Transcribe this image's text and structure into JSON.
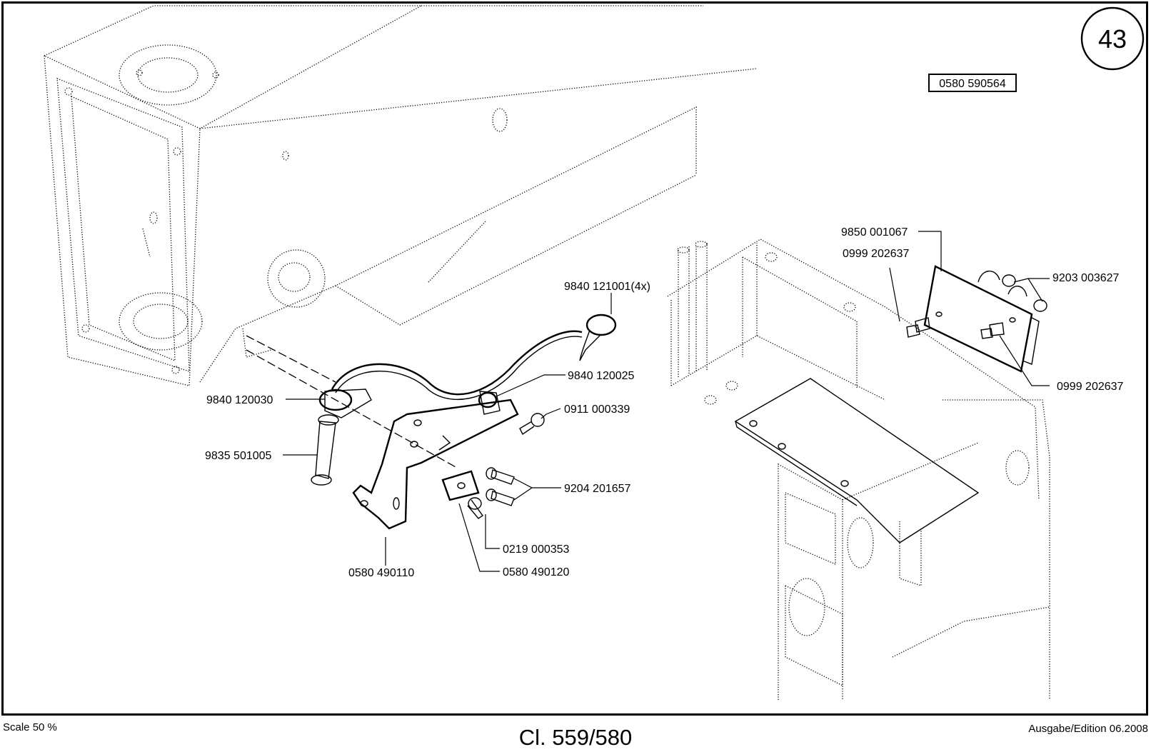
{
  "page": {
    "number": "43",
    "assembly_number": "0580 590564",
    "scale": "Scale 50 %",
    "model": "Cl. 559/580",
    "edition": "Ausgabe/Edition 06.2008"
  },
  "part_labels": [
    "9840 121001(4x)",
    "9840 120025",
    "0911 000339",
    "9840 120030",
    "9835 501005",
    "9204 201657",
    "0219 000353",
    "0580 490110",
    "0580 490120",
    "9850 001067",
    "0999 202637",
    "9203 003627",
    "0999 202637"
  ]
}
